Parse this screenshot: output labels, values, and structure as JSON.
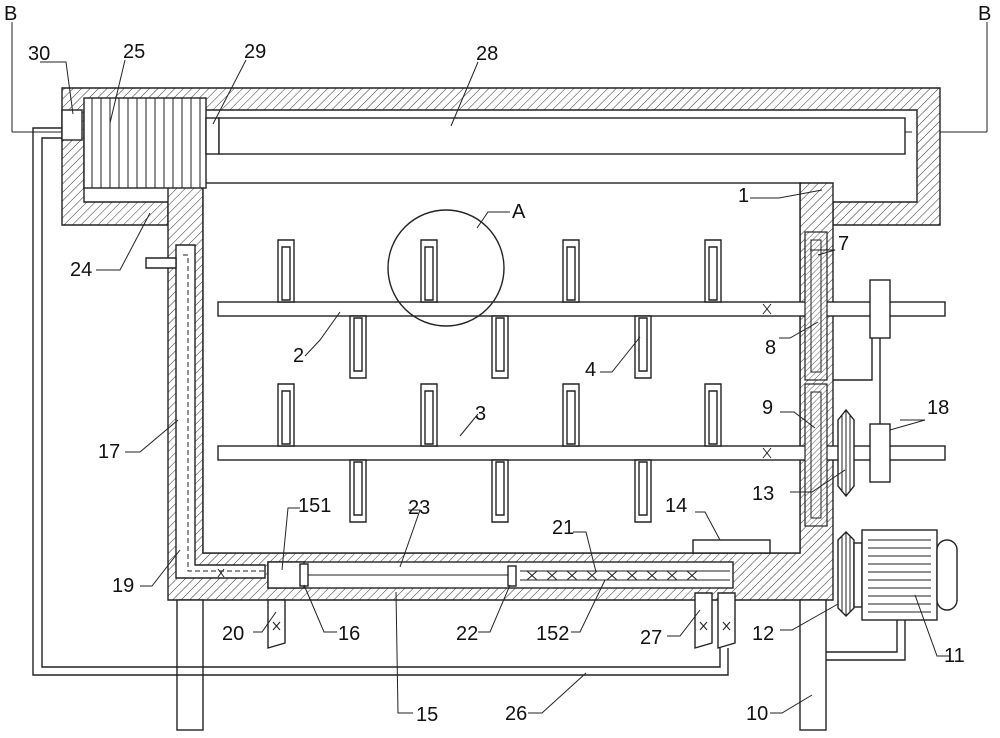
{
  "section_marks": {
    "left": "B",
    "right": "B"
  },
  "labels": {
    "l1": "1",
    "l2": "2",
    "l3": "3",
    "l4": "4",
    "l7": "7",
    "l8": "8",
    "l9": "9",
    "l10": "10",
    "l11": "11",
    "l12": "12",
    "l13": "13",
    "l14": "14",
    "l15": "15",
    "l151": "151",
    "l152": "152",
    "l16": "16",
    "l17": "17",
    "l18": "18",
    "l19": "19",
    "l20": "20",
    "l21": "21",
    "l22": "22",
    "l23": "23",
    "l24": "24",
    "l25": "25",
    "l26": "26",
    "l27": "27",
    "l28": "28",
    "l29": "29",
    "l30": "30",
    "lA": "A"
  },
  "colors": {
    "line": "#222222",
    "background": "#ffffff"
  }
}
